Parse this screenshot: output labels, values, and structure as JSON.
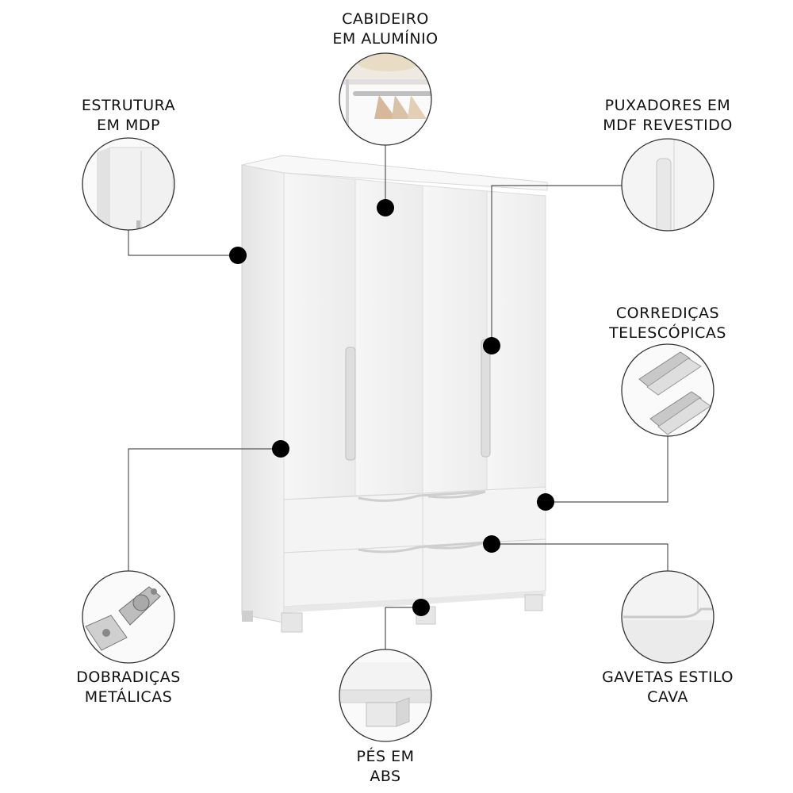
{
  "features": {
    "cabideiro": {
      "line1": "CABIDEIRO",
      "line2": "EM ALUMÍNIO"
    },
    "estrutura": {
      "line1": "ESTRUTURA",
      "line2": "EM MDP"
    },
    "puxadores": {
      "line1": "PUXADORES EM",
      "line2": "MDF REVESTIDO"
    },
    "corredicas": {
      "line1": "CORREDIÇAS",
      "line2": "TELESCÓPICAS"
    },
    "dobradicas": {
      "line1": "DOBRADIÇAS",
      "line2": "METÁLICAS"
    },
    "gavetas": {
      "line1": "GAVETAS ESTILO",
      "line2": "CAVA"
    },
    "pes": {
      "line1": "PÉS EM",
      "line2": "ABS"
    }
  },
  "colors": {
    "background": "#ffffff",
    "furniture": "#f3f3f3",
    "marker": "#000000",
    "line": "#555555"
  }
}
